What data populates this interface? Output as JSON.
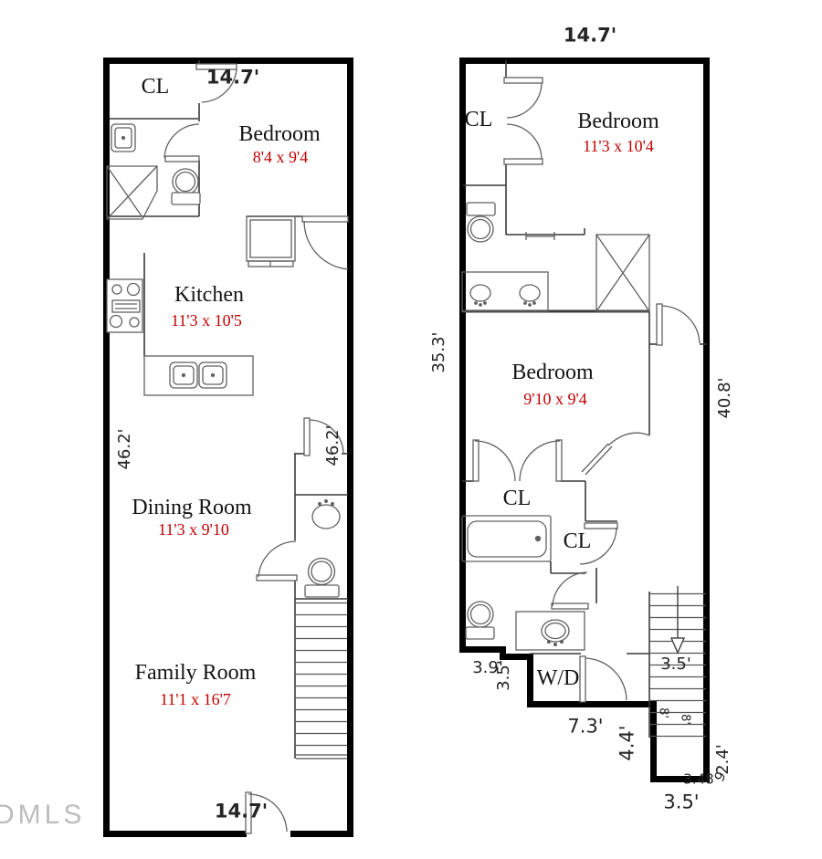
{
  "watermark": "DMLS",
  "colors": {
    "wall": "#000000",
    "interior_line": "#3a3a3a",
    "fixture_line": "#606060",
    "room_size_red": "#c00000",
    "dimension_text": "#252525",
    "watermark_gray": "#bdbdbd"
  },
  "floor1": {
    "width_top": "14.7'",
    "width_bottom": "14.7'",
    "height_left": "46.2'",
    "height_inner": "46.2'",
    "closet_label": "CL",
    "rooms": [
      {
        "name": "Bedroom",
        "size": "8'4 x 9'4"
      },
      {
        "name": "Kitchen",
        "size": "11'3 x 10'5"
      },
      {
        "name": "Dining Room",
        "size": "11'3 x 9'10"
      },
      {
        "name": "Family Room",
        "size": "11'1 x 16'7"
      }
    ]
  },
  "floor2": {
    "width_top": "14.7'",
    "height_left": "35.3'",
    "height_right": "40.8'",
    "laundry": "W/D",
    "closets": [
      "CL",
      "CL",
      "CL"
    ],
    "rooms": [
      {
        "name": "Bedroom",
        "size": "11'3 x 10'4"
      },
      {
        "name": "Bedroom",
        "size": "9'10 x 9'4"
      }
    ],
    "dims": {
      "bath_width": "3.9'",
      "bath_height": "3.5'",
      "utility_width": "7.3'",
      "utility_height": "4.4'",
      "stair_width": "3.5'",
      "tread_a": "8'",
      "tread_b": "8'",
      "landing_height": "2.4'",
      "landing_extra": "3.48",
      "landing_extra2": "9",
      "landing_width": "3.5'"
    }
  }
}
